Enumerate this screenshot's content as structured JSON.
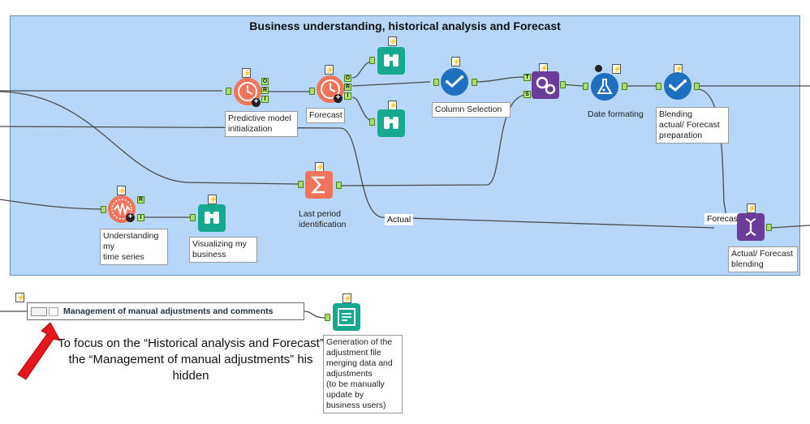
{
  "container": {
    "title": "Business understanding, historical analysis and Forecast"
  },
  "tools": {
    "predictive_init": {
      "label": "Predictive model\ninitialization",
      "ports": [
        "O",
        "R",
        "I"
      ]
    },
    "forecast": {
      "label": "Forecast",
      "ports": [
        "O",
        "R",
        "I"
      ]
    },
    "column_selection": {
      "label": "Column Selection"
    },
    "join": {
      "ports": [
        "T",
        "S"
      ]
    },
    "date_formating": {
      "label": "Date formating"
    },
    "blending_prep": {
      "label": "Blending\nactual/ Forecast\npreparation"
    },
    "understanding": {
      "label": "Understanding\nmy\ntime series",
      "ports": [
        "R",
        "I"
      ]
    },
    "visualizing": {
      "label": "Visualizing my\nbusiness"
    },
    "last_period": {
      "label": "Last period\nidentification"
    },
    "actual_forecast": {
      "label": "Actual/ Forecast\nblending"
    },
    "adjustment_file": {
      "label": "Generation of the\nadjustment file\nmerging data and\nadjustments\n(to be manually\nupdate by\nbusiness users)"
    }
  },
  "wire_tags": {
    "actual": "Actual",
    "forecast": "Forecast"
  },
  "collapsed_container": {
    "title": "Management of manual adjustments and comments"
  },
  "annotation": {
    "text": "To focus on the “Historical analysis and Forecast” the “Management of manual adjustments” his hidden"
  },
  "colors": {
    "canvas": "#b7d7fa",
    "orange": "#f3735b",
    "teal": "#17a98f",
    "blue": "#1f6fc0",
    "purple": "#6c3c9a",
    "arrow": "#e8161b"
  }
}
